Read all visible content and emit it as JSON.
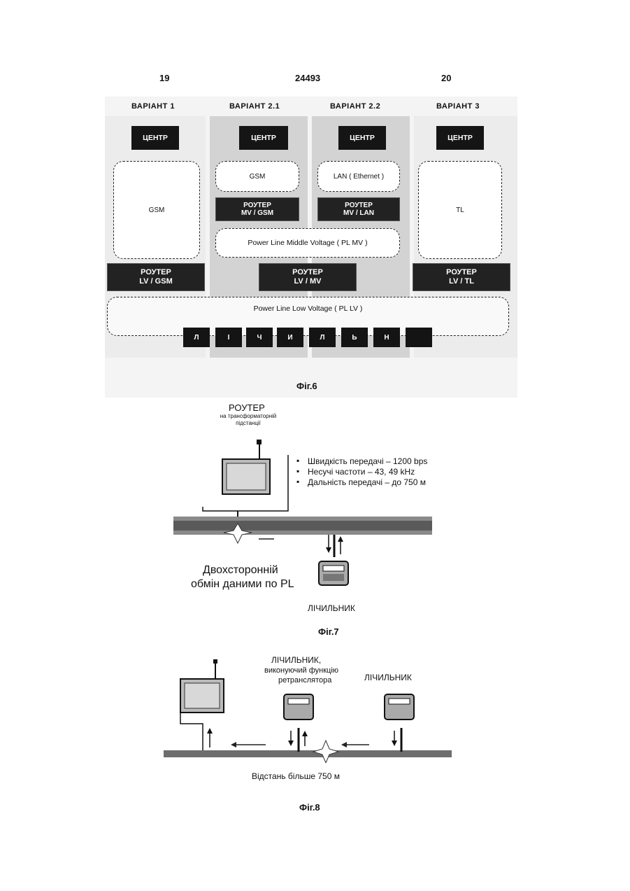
{
  "header": {
    "left_page": "19",
    "patent_number": "24493",
    "right_page": "20"
  },
  "fig6": {
    "variants": [
      "ВАРІАНТ 1",
      "ВАРІАНТ 2.1",
      "ВАРІАНТ 2.2",
      "ВАРІАНТ 3"
    ],
    "center_label": "ЦЕНТР",
    "v1_cloud": "GSM",
    "v21_cloud": "GSM",
    "v22_cloud": "LAN ( Ethernet )",
    "v3_cloud": "TL",
    "router_mv_gsm": [
      "РОУТЕР",
      "MV / GSM"
    ],
    "router_mv_lan": [
      "РОУТЕР",
      "MV / LAN"
    ],
    "pl_mv": "Power Line Middle Voltage  ( PL  MV )",
    "router_lv_gsm": [
      "РОУТЕР",
      "LV / GSM"
    ],
    "router_lv_mv": [
      "РОУТЕР",
      "LV / MV"
    ],
    "router_lv_tl": [
      "РОУТЕР",
      "LV / TL"
    ],
    "pl_lv": "Power Line Low Voltage  ( PL  LV )",
    "meter_letters": [
      "Л",
      "І",
      "Ч",
      "И",
      "Л",
      "Ь",
      "Н",
      ""
    ],
    "caption": "Фіг.6"
  },
  "fig7": {
    "router_title": "РОУТЕР",
    "router_subtitle": "на трансформаторній підстанції",
    "bullets": [
      "Швидкість передачі – 1200 bps",
      "Несучі частоти – 43, 49 kHz",
      "Дальність передачі –  до 750 м"
    ],
    "exchange_line1": "Двохсторонній",
    "exchange_line2": "обмін даними по PL",
    "meter_label": "ЛІЧИЛЬНИК",
    "caption": "Фіг.7"
  },
  "fig8": {
    "relay_meter_line1": "ЛІЧИЛЬНИК,",
    "relay_meter_line2": "виконуючий функцію",
    "relay_meter_line3": "ретранслятора",
    "meter_label": "ЛІЧИЛЬНИК",
    "distance": "Відстань більше 750 м",
    "caption": "Фіг.8"
  }
}
